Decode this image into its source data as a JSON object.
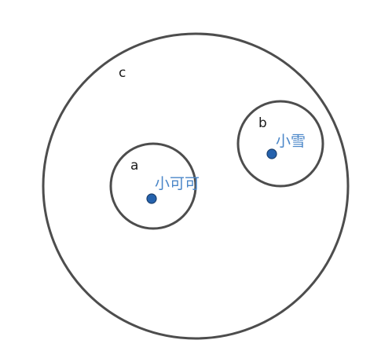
{
  "diagram": {
    "regions": {
      "outer": {
        "label": "c"
      },
      "left": {
        "label": "a"
      },
      "right": {
        "label": "b"
      }
    },
    "persons": [
      {
        "label": "小可可"
      },
      {
        "label": "小雪"
      }
    ]
  },
  "colors": {
    "circle_stroke": "#4d4d4d",
    "point_fill": "#2562ad",
    "point_stroke": "#1a3f6e",
    "person_text": "#4a86c8",
    "region_text": "#1a1a1a",
    "background": "#ffffff"
  }
}
